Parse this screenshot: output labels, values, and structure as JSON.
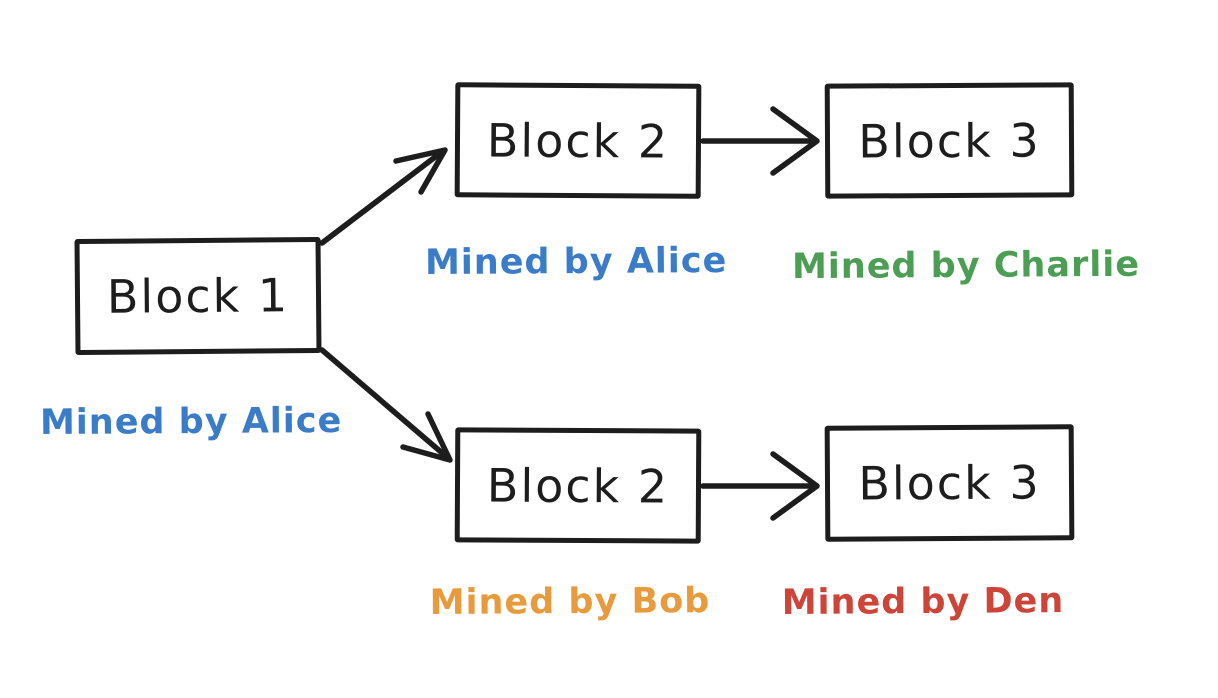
{
  "canvas": {
    "background": "#ffffff",
    "ink_color": "#1d1d1d"
  },
  "diagram": {
    "type": "blockchain-fork",
    "root": {
      "label": "Block 1",
      "miner": {
        "text": "Mined by Alice",
        "color": "#3b7cc9"
      }
    },
    "branches": {
      "top": [
        {
          "label": "Block 2",
          "miner": {
            "text": "Mined by Alice",
            "color": "#3b7cc9"
          }
        },
        {
          "label": "Block 3",
          "miner": {
            "text": "Mined by Charlie",
            "color": "#4b9e53"
          }
        }
      ],
      "bottom": [
        {
          "label": "Block 2",
          "miner": {
            "text": "Mined by Bob",
            "color": "#e89b3c"
          }
        },
        {
          "label": "Block 3",
          "miner": {
            "text": "Mined by Den",
            "color": "#cd4438"
          }
        }
      ]
    },
    "arrows": [
      {
        "from": "Block 1",
        "to": "Block 2 (top)"
      },
      {
        "from": "Block 1",
        "to": "Block 2 (bottom)"
      },
      {
        "from": "Block 2 (top)",
        "to": "Block 3 (top)"
      },
      {
        "from": "Block 2 (bottom)",
        "to": "Block 3 (bottom)"
      }
    ]
  }
}
